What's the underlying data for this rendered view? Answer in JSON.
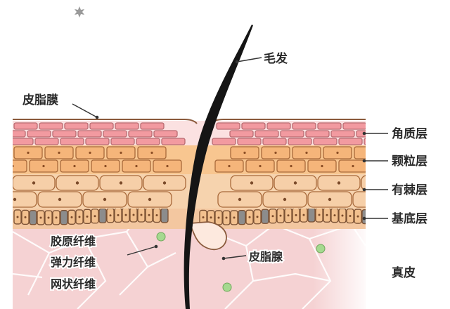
{
  "labels": {
    "hair": "毛发",
    "sebum_film": "皮脂膜",
    "stratum_corneum": "角质层",
    "stratum_granulosum": "颗粒层",
    "stratum_spinosum": "有棘层",
    "stratum_basale": "基底层",
    "dermis": "真皮",
    "fibers": [
      "胶原纤维",
      "弹力纤维",
      "网状纤维"
    ],
    "sebaceous_gland": "皮脂腺"
  },
  "colors": {
    "skin_outline": "#8a5a3c",
    "corneum_fill": "#f29aa0",
    "granulosum_fill": "#f5b57a",
    "spinosum_fill": "#f6cfa8",
    "basale_fill": "#f2c08e",
    "basale_dark": "#8c8c8c",
    "dermis_fill": "#f5cfd0",
    "hair": "#1a1a1a",
    "gland_fill": "#fbe3d6",
    "dot_fill": "#9fd28a"
  }
}
